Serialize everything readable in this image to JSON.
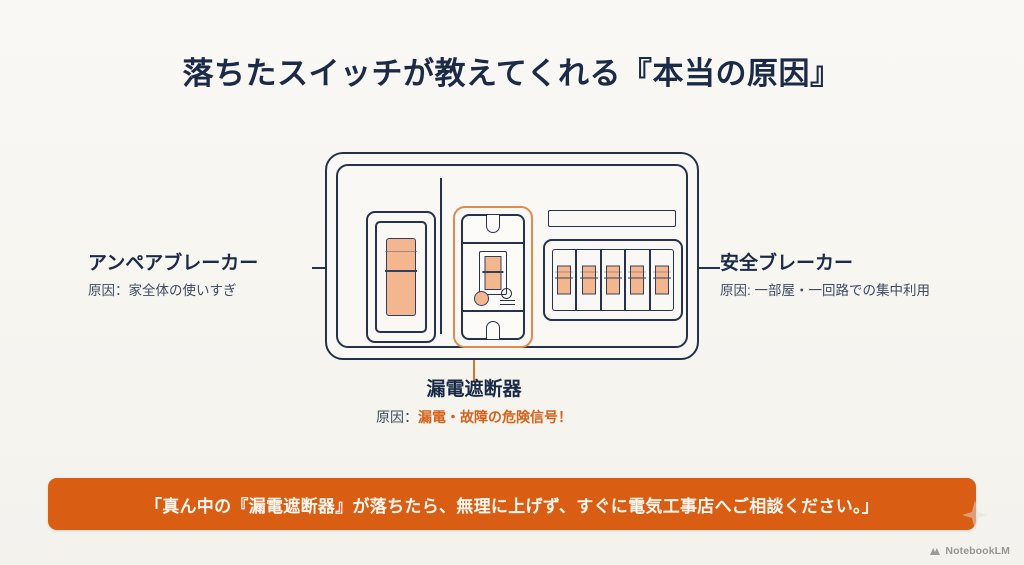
{
  "slide": {
    "title": "落ちたスイッチが教えてくれる『本当の原因』",
    "background_color": "#f8f6f2",
    "navy": "#1b2b47",
    "orange": "#d95d12",
    "switch_orange": "#f4b68e"
  },
  "callouts": {
    "left": {
      "title": "アンペアブレーカー",
      "cause_label": "原因：家全体の使いすぎ"
    },
    "right": {
      "title": "安全ブレーカー",
      "cause_label": "原因: 一部屋・一回路での集中利用"
    },
    "center": {
      "title": "漏電遮断器",
      "cause_prefix": "原因：",
      "cause_accent": "漏電・故障の危険信号！"
    }
  },
  "diagram": {
    "name": "分電盤",
    "ampere_breaker": {
      "switch_state": "on"
    },
    "earth_leakage_breaker": {
      "switch_state": "on",
      "highlighted": true
    },
    "safety_breakers": {
      "count": 5,
      "switch_state": "on"
    }
  },
  "banner": {
    "text": "「真ん中の『漏電遮断器』が落ちたら、無理に上げず、すぐに電気工事店へご相談ください。」"
  },
  "watermark": {
    "label": "NotebookLM",
    "icon": "notebooklm-logo-icon"
  }
}
